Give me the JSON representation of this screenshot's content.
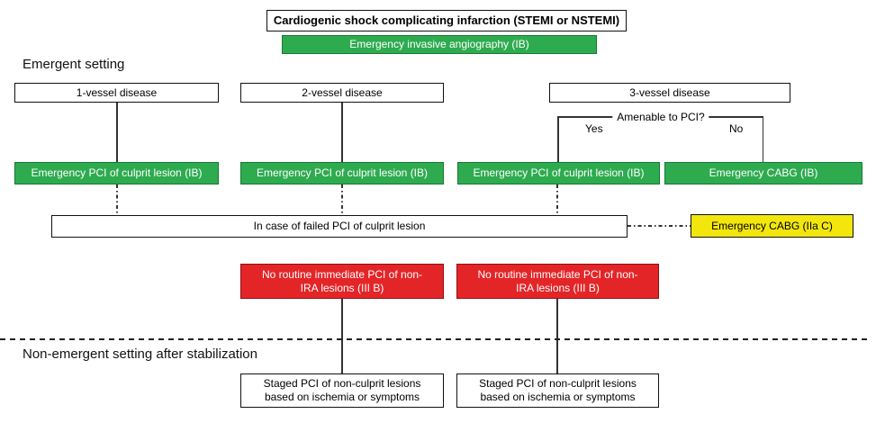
{
  "header": {
    "title": "Cardiogenic shock complicating infarction (STEMI or NSTEMI)",
    "angiography": "Emergency invasive angiography (IB)"
  },
  "labels": {
    "emergent": "Emergent setting",
    "non_emergent": "Non-emergent setting after stabilization",
    "amenable_question": "Amenable to PCI?",
    "yes": "Yes",
    "no": "No"
  },
  "vessel_boxes": [
    {
      "label": "1-vessel disease"
    },
    {
      "label": "2-vessel disease"
    },
    {
      "label": "3-vessel disease"
    }
  ],
  "treatment_boxes": [
    {
      "label": "Emergency PCI of culprit lesion (IB)"
    },
    {
      "label": "Emergency PCI of culprit lesion (IB)"
    },
    {
      "label": "Emergency PCI of culprit lesion (IB)"
    },
    {
      "label": "Emergency CABG (IB)"
    }
  ],
  "failed_pci_box": "In case of failed PCI of culprit lesion",
  "cabg_fallback_box": "Emergency CABG (IIa C)",
  "no_routine_boxes": [
    {
      "label": "No routine immediate PCI of non-IRA lesions (III B)"
    },
    {
      "label": "No routine immediate PCI of non-IRA lesions (III B)"
    }
  ],
  "staged_boxes": [
    {
      "label": "Staged PCI of non-culprit lesions based on ischemia or symptoms"
    },
    {
      "label": "Staged PCI of non-culprit lesions based on ischemia or symptoms"
    }
  ],
  "colors": {
    "green": "#2eab4f",
    "red": "#e42528",
    "yellow": "#f2e60d",
    "line": "#333333",
    "border": "#111111"
  }
}
